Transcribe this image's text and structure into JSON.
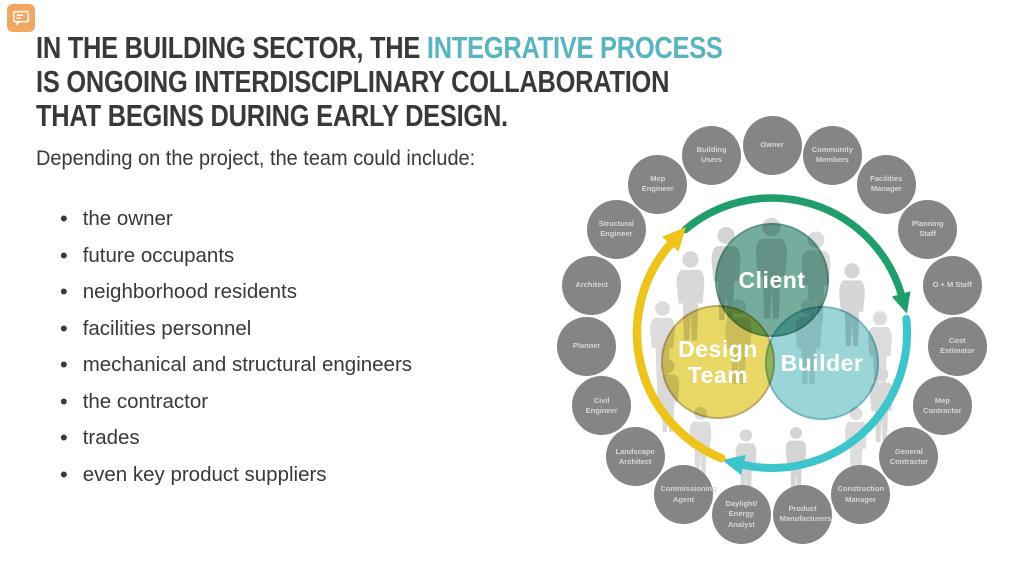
{
  "slide": {
    "logo_icon": "chat-bubble-icon",
    "logo_color": "#f2a661",
    "background_color": "#ffffff"
  },
  "headline": {
    "line1_prefix": "IN THE BUILDING SECTOR, THE ",
    "line1_highlight": "INTEGRATIVE PROCESS",
    "line2": "IS ONGOING INTERDISCIPLINARY COLLABORATION",
    "line3": "THAT BEGINS DURING EARLY DESIGN.",
    "text_color": "#3b3937",
    "highlight_color": "#58b5c0"
  },
  "intro_line": "Depending on the project, the team could include:",
  "bullet_list": [
    "the owner",
    "future occupants",
    "neighborhood residents",
    "facilities personnel",
    "mechanical and structural engineers",
    "the contractor",
    "trades",
    "even key product suppliers"
  ],
  "diagram": {
    "venn_circles": [
      {
        "label_lines": [
          "Client"
        ],
        "color": "#74ac9e",
        "border": "#5c9488"
      },
      {
        "label_lines": [
          "Design",
          "Team"
        ],
        "color": "#e8d765",
        "border": "#bfa865"
      },
      {
        "label_lines": [
          "Builder"
        ],
        "color": "#9ad6d8",
        "border": "#72b8bc"
      }
    ],
    "roles": [
      "Owner",
      "Community Members",
      "Facilities Manager",
      "Planning Staff",
      "O + M Staff",
      "Cost Estimator",
      "Mep Contractor",
      "General Contractor",
      "Construction Manager",
      "Product Manufacturers",
      "Daylight/ Energy Analyst",
      "Commissioning Agent",
      "Landscape Architect",
      "Civil Engineer",
      "Planner",
      "Architect",
      "Structural Engineer",
      "Mep Engineer",
      "Building Users"
    ],
    "role_circle_color": "#858585",
    "role_text_color": "#d6d6d6",
    "arrows": {
      "green": "#1f9e6c",
      "teal": "#3cc5cb",
      "yellow": "#eec31c"
    },
    "silhouette_color": "#dadada"
  }
}
